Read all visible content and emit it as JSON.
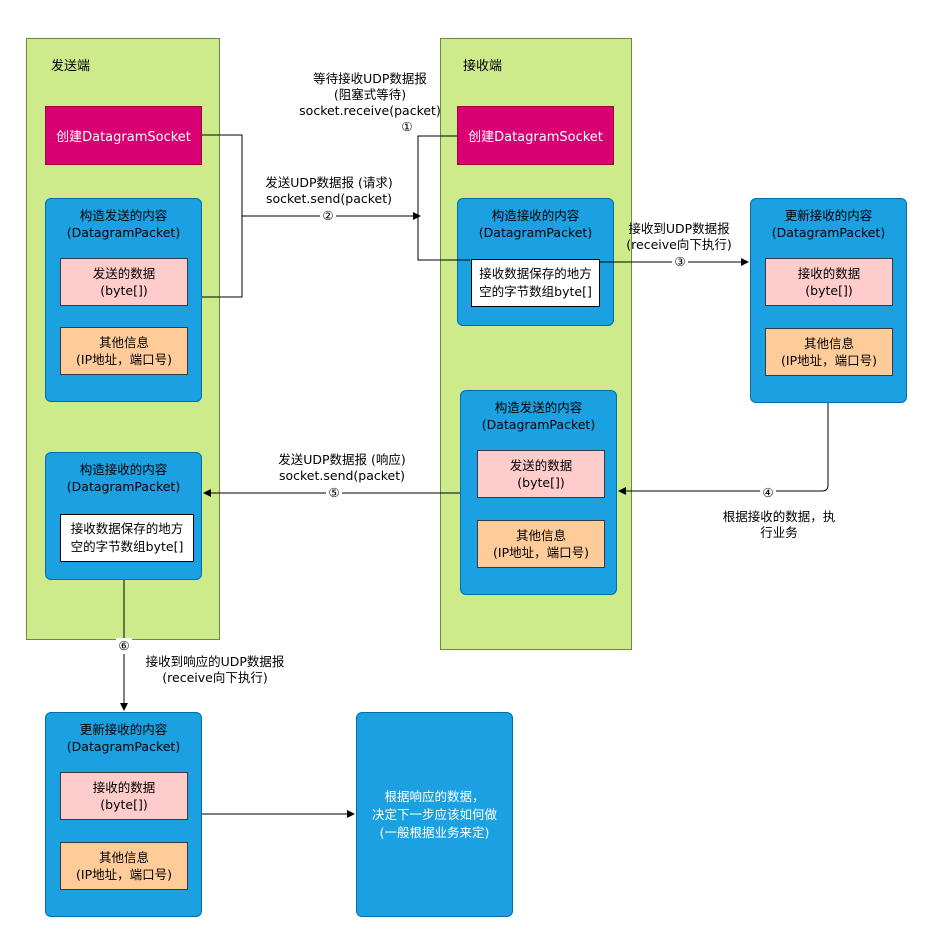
{
  "lanes": {
    "sender": "发送端",
    "receiver": "接收端"
  },
  "sender": {
    "create_socket": "创建DatagramSocket",
    "build_send": {
      "title": "构造发送的内容\n(DatagramPacket)",
      "data": "发送的数据\n(byte[])",
      "info": "其他信息\n(IP地址，端口号)"
    },
    "build_recv": {
      "title": "构造接收的内容\n(DatagramPacket)",
      "buffer": "接收数据保存的地方\n空的字节数组byte[]"
    }
  },
  "receiver": {
    "create_socket": "创建DatagramSocket",
    "build_recv": {
      "title": "构造接收的内容\n(DatagramPacket)",
      "buffer": "接收数据保存的地方\n空的字节数组byte[]"
    },
    "build_send": {
      "title": "构造发送的内容\n(DatagramPacket)",
      "data": "发送的数据\n(byte[])",
      "info": "其他信息\n(IP地址，端口号)"
    }
  },
  "updated_recv_right": {
    "title": "更新接收的内容\n(DatagramPacket)",
    "data": "接收的数据\n(byte[])",
    "info": "其他信息\n(IP地址，端口号)"
  },
  "updated_recv_bottom": {
    "title": "更新接收的内容\n(DatagramPacket)",
    "data": "接收的数据\n(byte[])",
    "info": "其他信息\n(IP地址，端口号)"
  },
  "final_box": "根据响应的数据，\n决定下一步应该如何做\n(一般根据业务来定)",
  "steps": {
    "s1": "等待接收UDP数据报\n(阻塞式等待)\nsocket.receive(packet)",
    "s1_num": "①",
    "s2": "发送UDP数据报 (请求)\nsocket.send(packet)",
    "s2_num": "②",
    "s3": "接收到UDP数据报\n(receive向下执行)",
    "s3_num": "③",
    "s4": "根据接收的数据，执\n行业务",
    "s4_num": "④",
    "s5": "发送UDP数据报 (响应)\nsocket.send(packet)",
    "s5_num": "⑤",
    "s6": "接收到响应的UDP数据报\n(receive向下执行)",
    "s6_num": "⑥"
  },
  "colors": {
    "lane": "#cdeb8b",
    "blue": "#1ba1e2",
    "magenta": "#d80073",
    "pink": "#ffcccc",
    "orange": "#ffcc99"
  }
}
